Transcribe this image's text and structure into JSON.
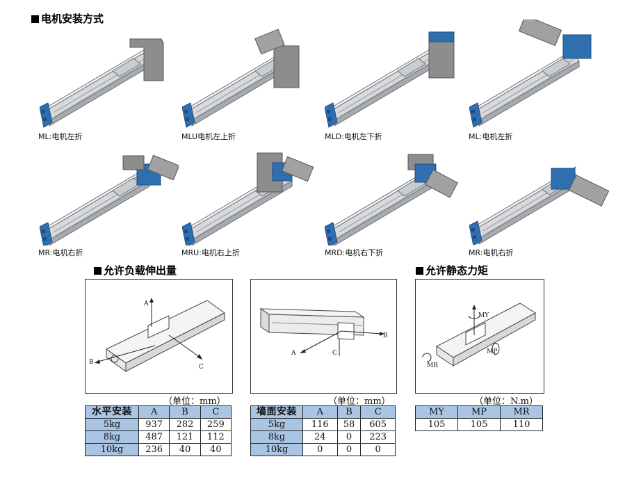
{
  "mount": {
    "title": "电机安装方式",
    "items": [
      {
        "caption": "ML:电机左折"
      },
      {
        "caption": "MLU电机左上折"
      },
      {
        "caption": "MLD:电机左下折"
      },
      {
        "caption": "ML:电机左折"
      },
      {
        "caption": "MR:电机右折"
      },
      {
        "caption": "MRU:电机右上折"
      },
      {
        "caption": "MRD:电机右下折"
      },
      {
        "caption": "MR:电机右折"
      }
    ]
  },
  "overhang": {
    "title": "允许负载伸出量",
    "horizontal": {
      "unit": "（单位：mm）",
      "header": [
        "水平安装",
        "A",
        "B",
        "C"
      ],
      "rows": [
        [
          "5kg",
          "937",
          "282",
          "259"
        ],
        [
          "8kg",
          "487",
          "121",
          "112"
        ],
        [
          "10kg",
          "236",
          "40",
          "40"
        ]
      ],
      "axis_labels": [
        "A",
        "B",
        "C"
      ]
    },
    "wall": {
      "unit": "（单位：mm）",
      "header": [
        "墙面安装",
        "A",
        "B",
        "C"
      ],
      "rows": [
        [
          "5kg",
          "116",
          "58",
          "605"
        ],
        [
          "8kg",
          "24",
          "0",
          "223"
        ],
        [
          "10kg",
          "0",
          "0",
          "0"
        ]
      ],
      "axis_labels": [
        "A",
        "B",
        "C"
      ]
    }
  },
  "moment": {
    "title": "允许静态力矩",
    "unit": "（单位：N.m）",
    "header": [
      "MY",
      "MP",
      "MR"
    ],
    "rows": [
      [
        "105",
        "105",
        "110"
      ]
    ],
    "axis_labels": [
      "MY",
      "MP",
      "MR"
    ]
  },
  "colors": {
    "table_header": "#a9c5e3",
    "end_cap": "#2f6fb0",
    "rail_body": "#e4e6e8",
    "motor": "#8d8d8d"
  }
}
